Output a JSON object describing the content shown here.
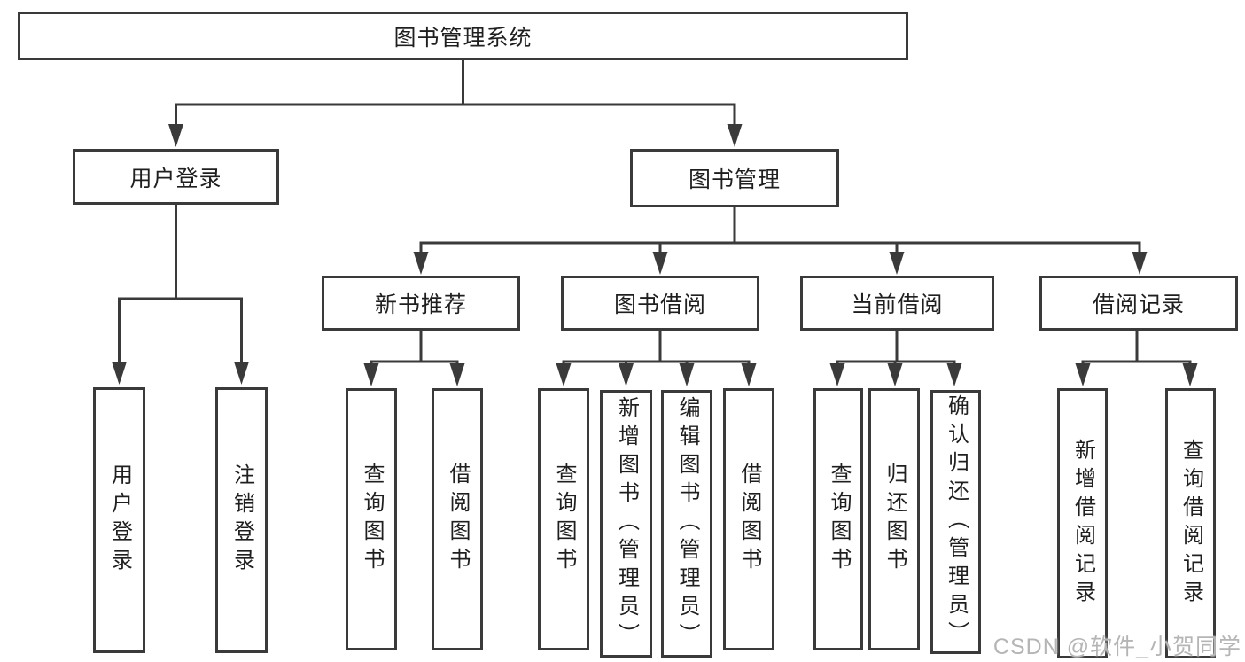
{
  "diagram_title": "图书管理系统",
  "colors": {
    "line": "#3a3a3a",
    "box_border": "#3a3a3a",
    "text": "#1f1f1f",
    "background": "#ffffff",
    "watermark": "#b5b5b5"
  },
  "watermark": {
    "text": "CSDN @软件_小贺同学"
  },
  "nodes": [
    {
      "id": "root",
      "label": "图书管理系统",
      "parent": null
    },
    {
      "id": "user-login",
      "label": "用户登录",
      "parent": "root"
    },
    {
      "id": "book-management",
      "label": "图书管理",
      "parent": "root"
    },
    {
      "id": "user-login-leaf",
      "label": "用户登录",
      "parent": "user-login"
    },
    {
      "id": "logout-leaf",
      "label": "注销登录",
      "parent": "user-login"
    },
    {
      "id": "new-book-recommend",
      "label": "新书推荐",
      "parent": "book-management"
    },
    {
      "id": "book-borrowing",
      "label": "图书借阅",
      "parent": "book-management"
    },
    {
      "id": "current-borrowing",
      "label": "当前借阅",
      "parent": "book-management"
    },
    {
      "id": "borrowing-records",
      "label": "借阅记录",
      "parent": "book-management"
    },
    {
      "id": "query-books-recommend",
      "label": "查询图书",
      "parent": "new-book-recommend"
    },
    {
      "id": "borrow-books-recommend",
      "label": "借阅图书",
      "parent": "new-book-recommend"
    },
    {
      "id": "query-books-borrowing",
      "label": "查询图书",
      "parent": "book-borrowing"
    },
    {
      "id": "add-books-admin",
      "label": "新增图书（管理员）",
      "parent": "book-borrowing"
    },
    {
      "id": "edit-books-admin",
      "label": "编辑图书（管理员）",
      "parent": "book-borrowing"
    },
    {
      "id": "borrow-books-borrowing",
      "label": "借阅图书",
      "parent": "book-borrowing"
    },
    {
      "id": "query-books-current",
      "label": "查询图书",
      "parent": "current-borrowing"
    },
    {
      "id": "return-books",
      "label": "归还图书",
      "parent": "current-borrowing"
    },
    {
      "id": "confirm-return-admin",
      "label": "确认归还（管理员）",
      "parent": "current-borrowing"
    },
    {
      "id": "add-borrow-record",
      "label": "新增借阅记录",
      "parent": "borrowing-records"
    },
    {
      "id": "query-borrow-record",
      "label": "查询借阅记录",
      "parent": "borrowing-records"
    }
  ]
}
